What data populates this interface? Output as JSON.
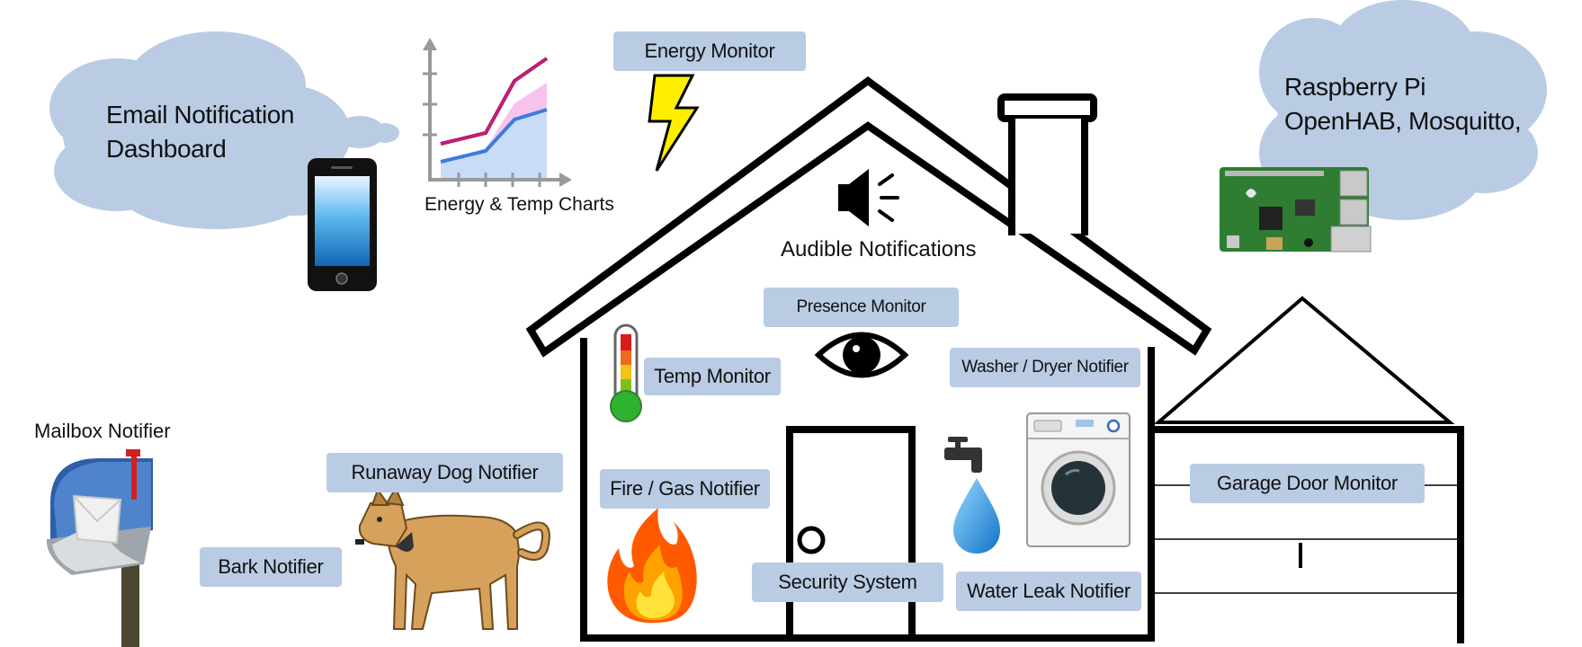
{
  "clouds": {
    "left": {
      "lines": [
        "Email Notification",
        "Dashboard"
      ]
    },
    "right": {
      "lines": [
        "Raspberry Pi",
        "OpenHAB, Mosquitto,"
      ]
    }
  },
  "captions": {
    "charts": "Energy & Temp Charts",
    "audible": "Audible Notifications",
    "mailbox": "Mailbox Notifier"
  },
  "labels": {
    "energy_monitor": "Energy Monitor",
    "presence_monitor": "Presence Monitor",
    "temp_monitor": "Temp Monitor",
    "washer_dryer": "Washer / Dryer Notifier",
    "runaway_dog": "Runaway Dog Notifier",
    "fire_gas": "Fire / Gas Notifier",
    "garage_door": "Garage Door Monitor",
    "bark": "Bark Notifier",
    "security_system": "Security System",
    "water_leak": "Water Leak Notifier"
  },
  "icons": [
    "cloud-icon",
    "smartphone-icon",
    "line-chart-icon",
    "lightning-bolt-icon",
    "speaker-icon",
    "eye-icon",
    "thermometer-icon",
    "flame-icon",
    "faucet-icon",
    "water-drop-icon",
    "washing-machine-icon",
    "raspberry-pi-board-icon",
    "mailbox-icon",
    "dog-icon",
    "house-icon",
    "garage-icon"
  ],
  "colors": {
    "label_bg": "#b9cce4",
    "cloud": "#b9cce4",
    "outline": "#000000",
    "bolt": "#ffee00",
    "pi_board": "#2e7d32"
  }
}
